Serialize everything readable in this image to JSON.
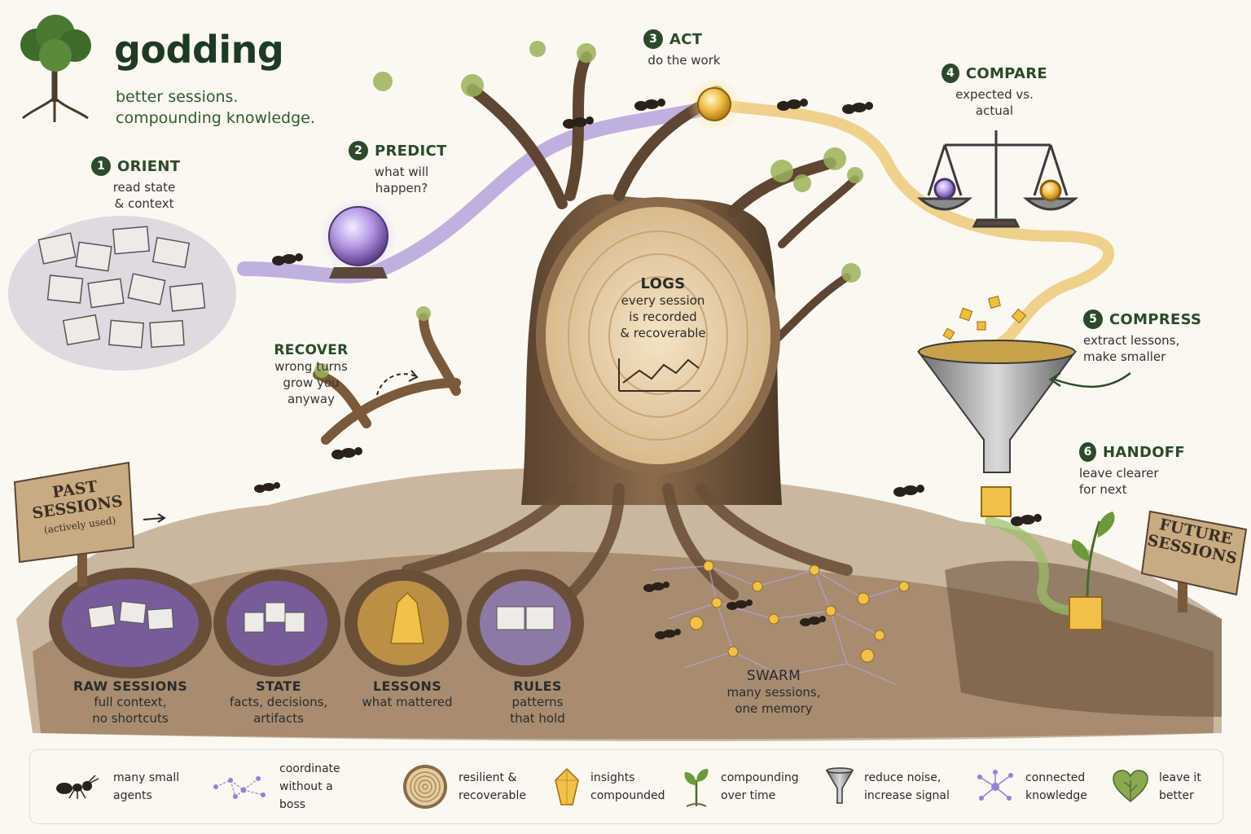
{
  "brand": {
    "title": "godding",
    "tagline_1": "better sessions.",
    "tagline_2": "compounding knowledge."
  },
  "steps": [
    {
      "num": "1",
      "title": "ORIENT",
      "desc_1": "read state",
      "desc_2": "& context"
    },
    {
      "num": "2",
      "title": "PREDICT",
      "desc_1": "what will",
      "desc_2": "happen?"
    },
    {
      "num": "3",
      "title": "ACT",
      "desc_1": "do the work",
      "desc_2": ""
    },
    {
      "num": "4",
      "title": "COMPARE",
      "desc_1": "expected vs.",
      "desc_2": "actual"
    },
    {
      "num": "5",
      "title": "COMPRESS",
      "desc_1": "extract lessons,",
      "desc_2": "make smaller"
    },
    {
      "num": "6",
      "title": "HANDOFF",
      "desc_1": "leave clearer",
      "desc_2": "for next"
    }
  ],
  "recover": {
    "title": "RECOVER",
    "desc_1": "wrong turns",
    "desc_2": "grow you",
    "desc_3": "anyway"
  },
  "logs": {
    "title": "LOGS",
    "desc_1": "every session",
    "desc_2": "is recorded",
    "desc_3": "& recoverable"
  },
  "signs": {
    "past_1": "PAST",
    "past_2": "SESSIONS",
    "past_3": "(actively used)",
    "future_1": "FUTURE",
    "future_2": "SESSIONS"
  },
  "pits": [
    {
      "title": "RAW SESSIONS",
      "desc_1": "full context,",
      "desc_2": "no shortcuts"
    },
    {
      "title": "STATE",
      "desc_1": "facts, decisions,",
      "desc_2": "artifacts"
    },
    {
      "title": "LESSONS",
      "desc_1": "what mattered",
      "desc_2": ""
    },
    {
      "title": "RULES",
      "desc_1": "patterns",
      "desc_2": "that hold"
    }
  ],
  "swarm": {
    "title": "SWARM",
    "desc_1": "many sessions,",
    "desc_2": "one memory"
  },
  "legend": [
    {
      "icon": "ant-icon",
      "line_1": "many small",
      "line_2": "agents"
    },
    {
      "icon": "network-icon",
      "line_1": "coordinate",
      "line_2": "without a boss"
    },
    {
      "icon": "tree-ring-icon",
      "line_1": "resilient &",
      "line_2": "recoverable"
    },
    {
      "icon": "crystal-icon",
      "line_1": "insights",
      "line_2": "compounded"
    },
    {
      "icon": "sprout-icon",
      "line_1": "compounding",
      "line_2": "over time"
    },
    {
      "icon": "funnel-icon",
      "line_1": "reduce noise,",
      "line_2": "increase signal"
    },
    {
      "icon": "node-graph-icon",
      "line_1": "connected",
      "line_2": "knowledge"
    },
    {
      "icon": "leaf-heart-icon",
      "line_1": "leave it",
      "line_2": "better"
    }
  ],
  "colors": {
    "background": "#fbf8f1",
    "brand_green": "#2c4a2a",
    "purple_flow": "#9b7fd6",
    "gold_flow": "#e8b84a",
    "soil": "#7a5a3a",
    "wood": "#b89468"
  }
}
